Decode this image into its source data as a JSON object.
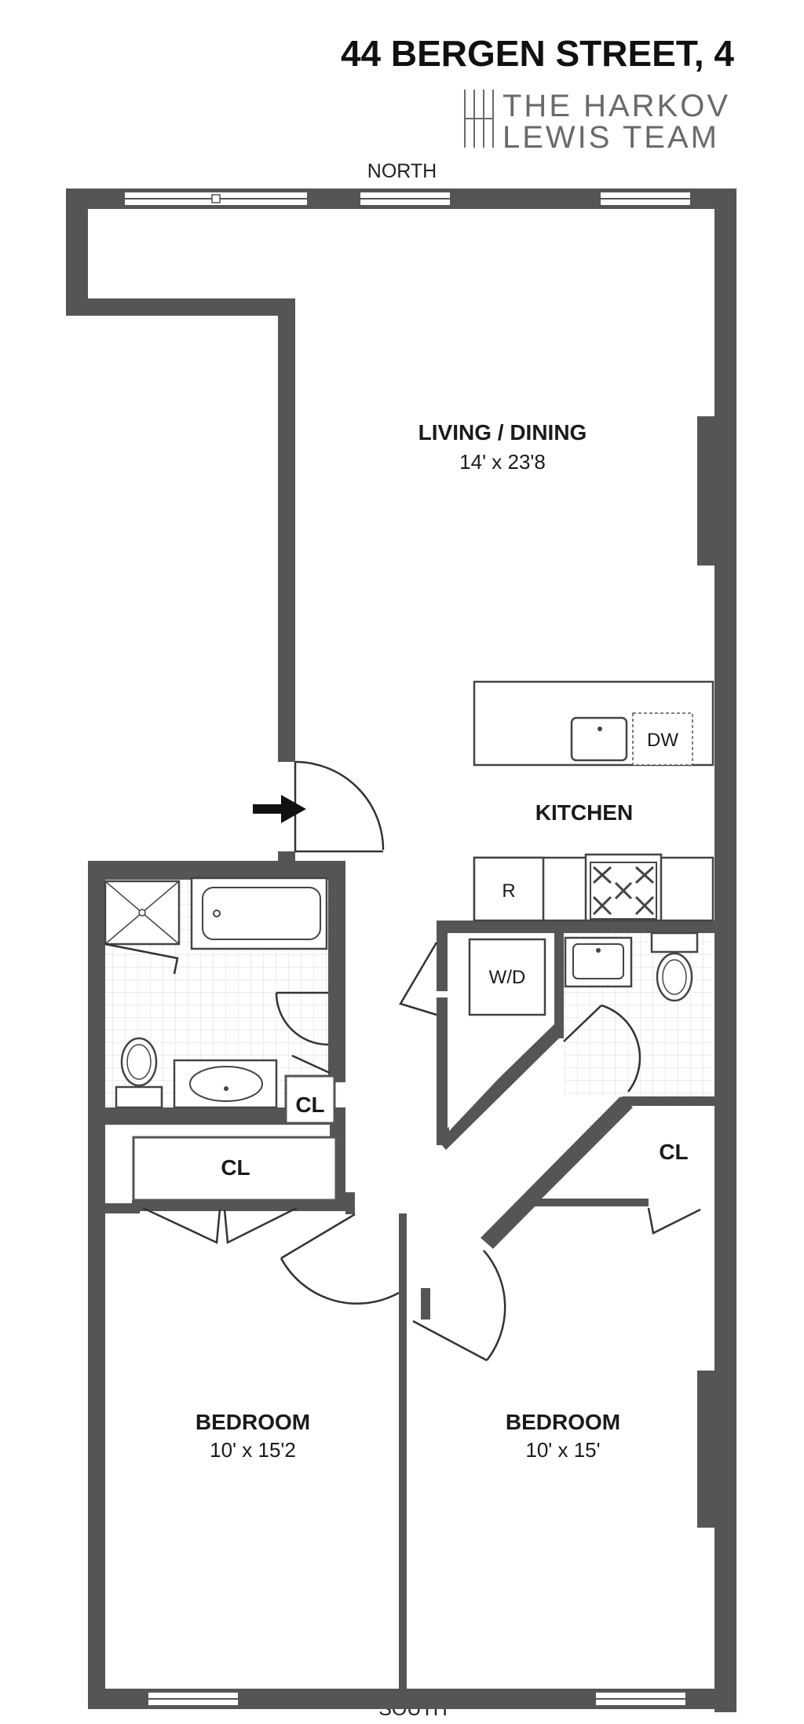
{
  "header": {
    "address": "44 BERGEN STREET, 4",
    "team_line1": "THE HARKOV",
    "team_line2": "LEWIS TEAM"
  },
  "compass": {
    "north": "NORTH",
    "south": "SOUTH"
  },
  "rooms": {
    "living": {
      "name": "LIVING / DINING",
      "dims": "14' x 23'8"
    },
    "kitchen": {
      "name": "KITCHEN"
    },
    "bedroom_left": {
      "name": "BEDROOM",
      "dims": "10' x 15'2"
    },
    "bedroom_right": {
      "name": "BEDROOM",
      "dims": "10' x 15'"
    }
  },
  "labels": {
    "dishwasher": "DW",
    "refrigerator": "R",
    "washer_dryer": "W/D",
    "closet_bath": "CL",
    "closet_hall": "CL",
    "closet_right": "CL"
  },
  "colors": {
    "wall": "#555555",
    "brand_gray": "#6a6a6a"
  }
}
